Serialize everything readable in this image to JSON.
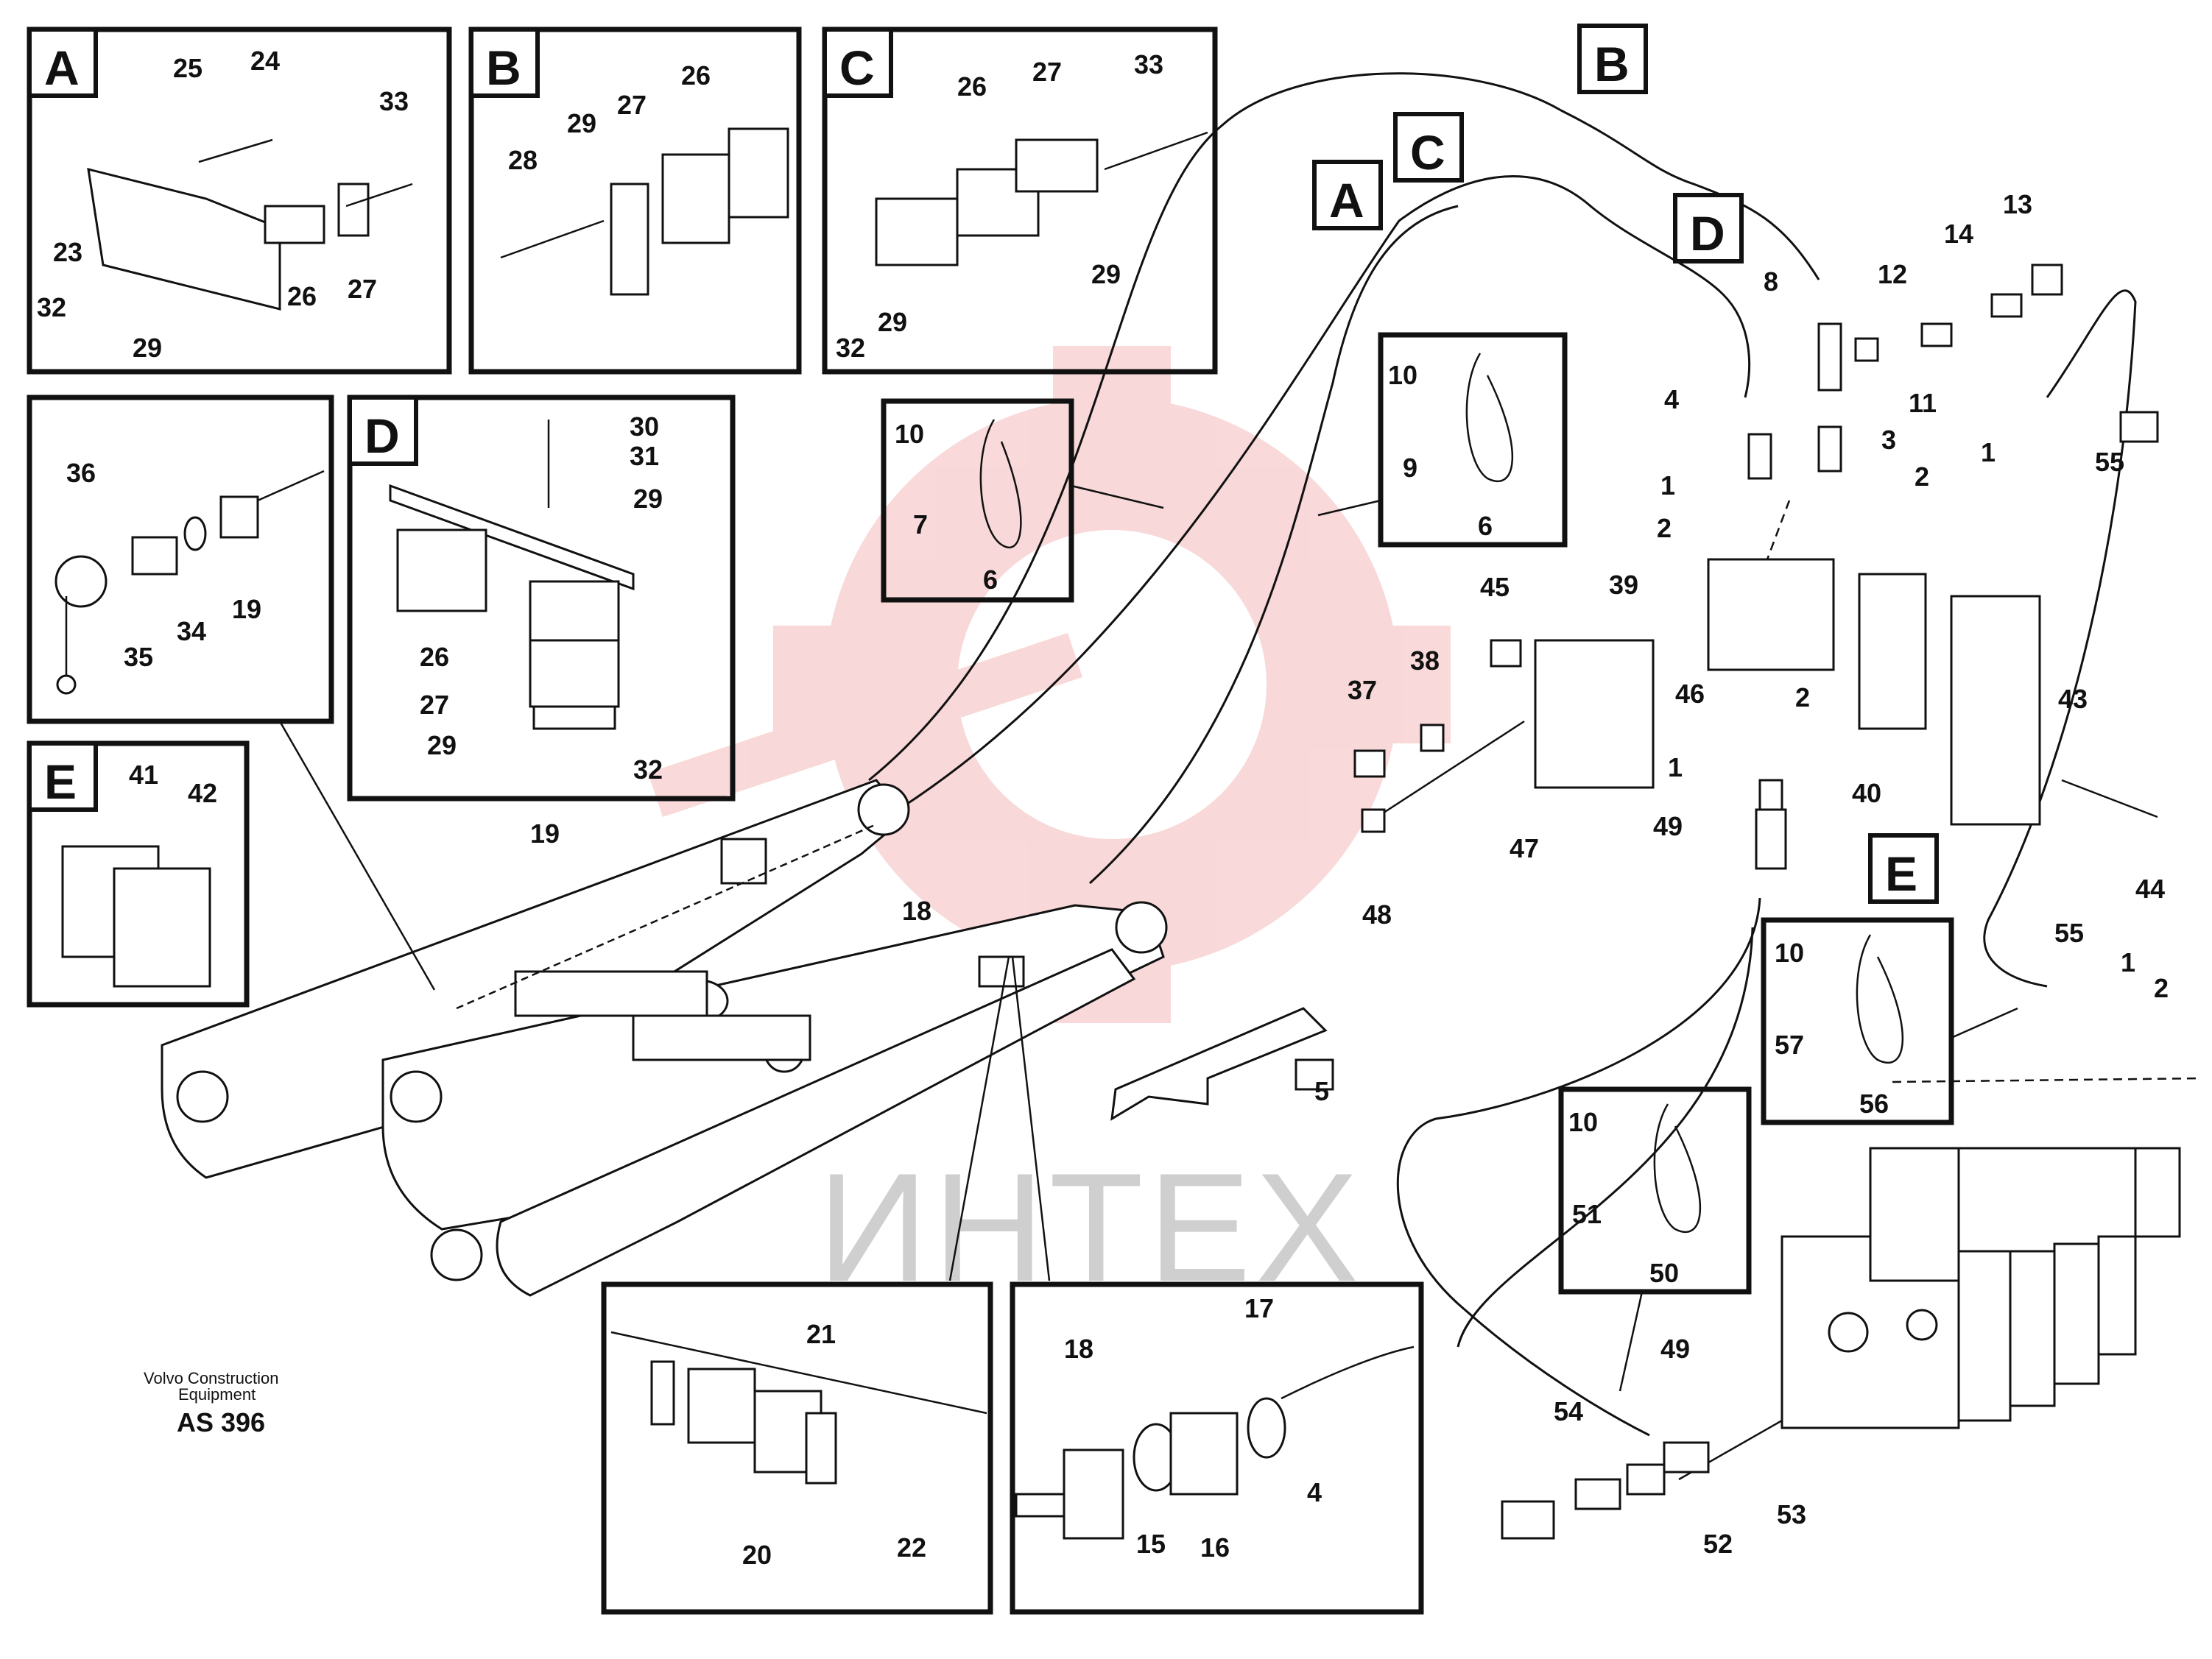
{
  "inset_labels": {
    "A": "A",
    "B": "B",
    "C": "C",
    "D": "D",
    "E": "E"
  },
  "callouts": {
    "n1": "1",
    "n2": "2",
    "n3": "3",
    "n4": "4",
    "n5": "5",
    "n6": "6",
    "n7": "7",
    "n8": "8",
    "n9": "9",
    "n10": "10",
    "n11": "11",
    "n12": "12",
    "n13": "13",
    "n14": "14",
    "n15": "15",
    "n16": "16",
    "n17": "17",
    "n18": "18",
    "n19": "19",
    "n20": "20",
    "n21": "21",
    "n22": "22",
    "n23": "23",
    "n24": "24",
    "n25": "25",
    "n26": "26",
    "n27": "27",
    "n28": "28",
    "n29": "29",
    "n30": "30",
    "n31": "31",
    "n32": "32",
    "n33": "33",
    "n34": "34",
    "n35": "35",
    "n36": "36",
    "n37": "37",
    "n38": "38",
    "n39": "39",
    "n40": "40",
    "n41": "41",
    "n42": "42",
    "n43": "43",
    "n44": "44",
    "n45": "45",
    "n46": "46",
    "n47": "47",
    "n48": "48",
    "n49": "49",
    "n50": "50",
    "n51": "51",
    "n52": "52",
    "n53": "53",
    "n54": "54",
    "n55": "55",
    "n56": "56",
    "n57": "57"
  },
  "footer": {
    "brand_line1": "Volvo Construction",
    "brand_line2": "Equipment",
    "drawing_code": "AS 396"
  },
  "watermark": {
    "text": "ИНТЕХ"
  },
  "colors": {
    "watermark_logo": "#f4b9b9",
    "watermark_text": "#cfcfcf",
    "line": "#111111"
  }
}
